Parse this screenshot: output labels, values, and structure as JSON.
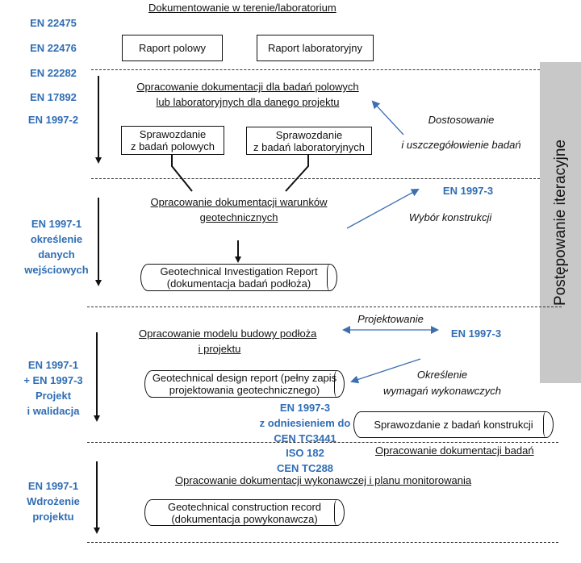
{
  "title": "Dokumentowanie w terenie/laboratorium",
  "standards_left": {
    "s1": "EN 22475",
    "s2": "EN 22476",
    "s3": "EN 22282",
    "s4": "EN 17892",
    "s5": "EN 1997-2",
    "s6": [
      "EN 1997-1",
      "określenie",
      "danych",
      "wejściowych"
    ],
    "s7": [
      "EN 1997-1",
      "+ EN 1997-3",
      "Projekt",
      "i walidacja"
    ],
    "s8": [
      "EN 1997-1",
      "Wdrożenie",
      "projektu"
    ]
  },
  "boxes": {
    "field_report": "Raport polowy",
    "lab_report": "Raport laboratoryjny",
    "field_summary": [
      "Sprawozdanie",
      "z badań polowych"
    ],
    "lab_summary": [
      "Sprawozdanie",
      "z badań laboratoryjnych"
    ]
  },
  "texts": {
    "prep_doc": [
      "Opracowanie dokumentacji dla badań polowych",
      "lub laboratoryjnych dla danego projektu"
    ],
    "geo_doc": [
      "Opracowanie dokumentacji warunków",
      "geotechnicznych"
    ],
    "model": [
      "Opracowanie modelu budowy podłoża",
      "i projektu"
    ],
    "exec_doc": "Opracowanie dokumentacji wykonawczej i planu monitorowania",
    "research_doc": "Opracowanie dokumentacji badań"
  },
  "rolls": {
    "gir": [
      "Geotechnical Investigation Report",
      "(dokumentacja badań podłoża)"
    ],
    "gdr": [
      "Geotechnical design report (pełny zapis",
      "projektowania  geotechnicznego)"
    ],
    "construction_tests": "Sprawozdanie z badań konstrukcji",
    "gcr": [
      "Geotechnical construction record",
      "(dokumentacja powykonawcza)"
    ]
  },
  "right_labels": {
    "adapt": [
      "Dostosowanie",
      "i uszczegółowienie badań"
    ],
    "en3_a": "EN 1997-3",
    "choice": "Wybór konstrukcji",
    "design": "Projektowanie",
    "en3_b": "EN 1997-3",
    "requirements": [
      "Określenie",
      "wymagań wykonawczych"
    ]
  },
  "center_standards": {
    "en3_ref": [
      "EN 1997-3",
      "z odniesieniem do",
      "CEN TC3441"
    ],
    "iso": [
      "ISO 182",
      "CEN TC288"
    ]
  },
  "side_label": "Postępowanie iteracyjne",
  "colors": {
    "standard_blue": "#2f6db5",
    "arrow_blue": "#3c6fb0",
    "side_gray": "#c8c8c8"
  }
}
